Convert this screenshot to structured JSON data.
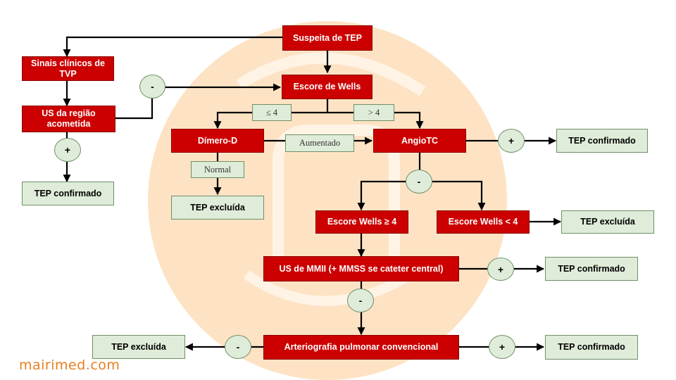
{
  "boxes": {
    "suspeita": "Suspeita de TEP",
    "sinais": "Sinais clínicos de TVP",
    "us_regiao": "US da região acometida",
    "tep_confirmado_left": "TEP confirmado",
    "wells": "Escore de Wells",
    "dimero": "Dímero-D",
    "tep_excluida_1": "TEP excluída",
    "angiotc": "AngioTC",
    "tep_confirmado_2": "TEP confirmado",
    "wells_ge4": "Escore Wells ≥ 4",
    "wells_lt4": "Escore Wells < 4",
    "tep_excluida_2": "TEP excluída",
    "us_mmii": "US de MMII (+ MMSS se cateter central)",
    "tep_confirmado_3": "TEP confirmado",
    "arteriografia": "Arteriografia pulmonar convencional",
    "tep_excluida_3": "TEP excluída",
    "tep_confirmado_4": "TEP confirmado"
  },
  "labels": {
    "le4": "≤ 4",
    "gt4": "> 4",
    "aumentado": "Aumentado",
    "normal": "Normal"
  },
  "signs": {
    "minus": "-",
    "plus": "+"
  },
  "brand": "mairimed.com",
  "colors": {
    "red_box": "#cc0000",
    "green_box": "#dfecd9",
    "watermark": "#fde3c4",
    "brand": "#e87e22"
  }
}
